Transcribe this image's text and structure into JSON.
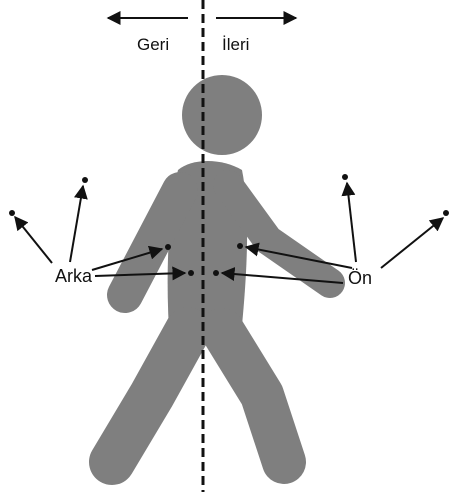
{
  "directions": {
    "backward": "Geri",
    "forward": "İleri"
  },
  "groups": {
    "back": "Arka",
    "front": "Ön"
  },
  "colors": {
    "figure": "#7f7f7f",
    "ink": "#111111",
    "background": "#ffffff"
  },
  "icons": {
    "figure": "walking-person-icon"
  }
}
